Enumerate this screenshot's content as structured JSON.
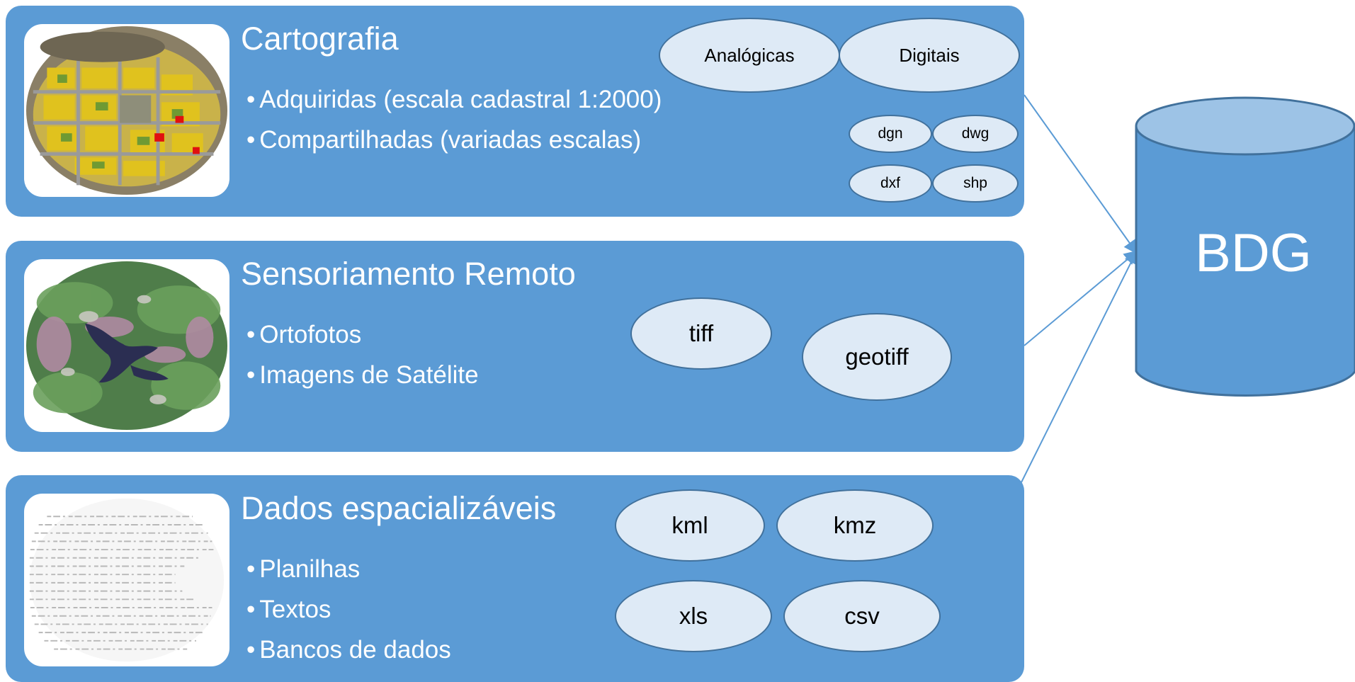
{
  "panels": [
    {
      "title": "Cartografia",
      "bullets": [
        "Adquiridas (escala cadastral 1:2000)",
        "Compartilhadas (variadas escalas)"
      ],
      "formats": [
        "Analógicas",
        "Digitais",
        "dgn",
        "dwg",
        "dxf",
        "shp"
      ]
    },
    {
      "title": "Sensoriamento Remoto",
      "bullets": [
        "Ortofotos",
        "Imagens de Satélite"
      ],
      "formats": [
        "tiff",
        "geotiff"
      ]
    },
    {
      "title": "Dados espacializáveis",
      "bullets": [
        "Planilhas",
        "Textos",
        "Bancos de dados"
      ],
      "formats": [
        "kml",
        "kmz",
        "xls",
        "csv"
      ]
    }
  ],
  "database": {
    "label": "BDG"
  },
  "colors": {
    "panel": "#5b9bd5",
    "ellipse_fill": "#deeaf6",
    "ellipse_border": "#41719c",
    "db_body": "#5b9bd5",
    "db_top": "#9dc3e6"
  }
}
